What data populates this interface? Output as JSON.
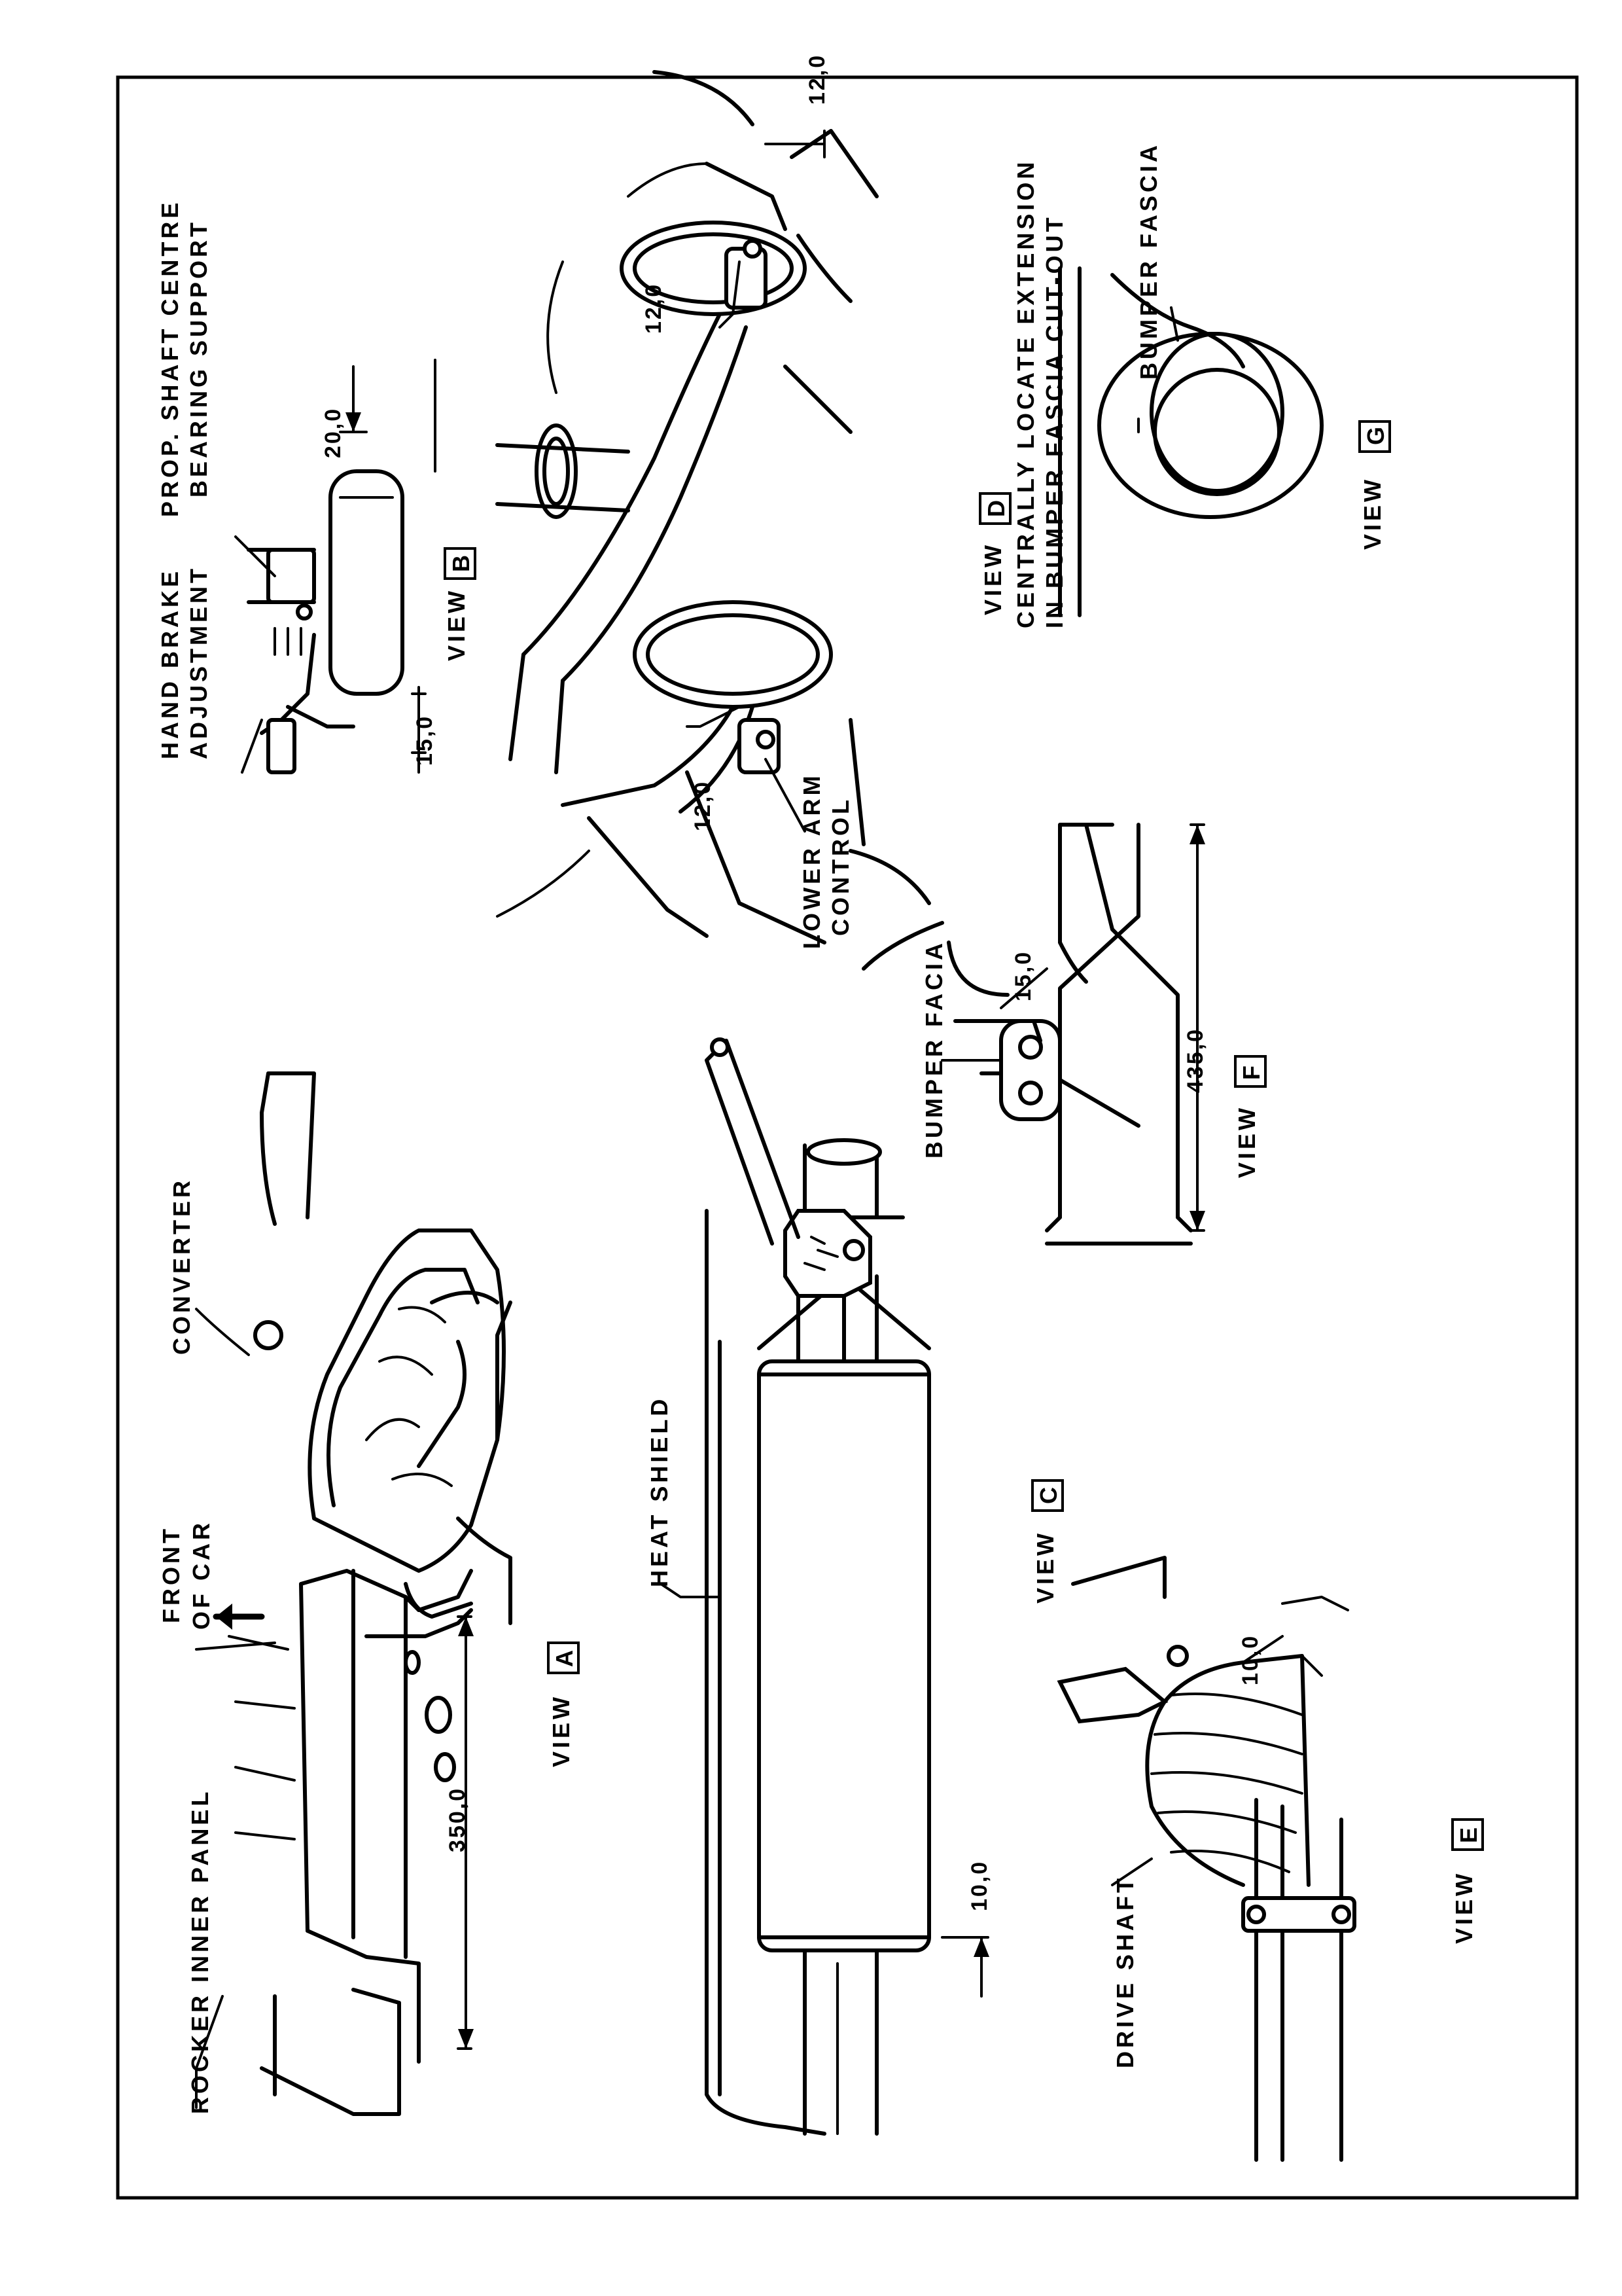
{
  "views": {
    "a": {
      "label": "VIEW",
      "letter": "A",
      "callouts": {
        "rocker": "ROCKER INNER PANEL",
        "front_1": "FRONT",
        "front_2": "OF CAR",
        "converter": "CONVERTER"
      },
      "dims": {
        "len": "350,0"
      }
    },
    "b": {
      "label": "VIEW",
      "letter": "B",
      "callouts": {
        "hb_1": "HAND BRAKE",
        "hb_2": "ADJUSTMENT",
        "prop_1": "PROP. SHAFT CENTRE",
        "prop_2": "BEARING SUPPORT"
      },
      "dims": {
        "d1": "15,0",
        "d2": "20,0"
      }
    },
    "c": {
      "label": "VIEW",
      "letter": "C",
      "callouts": {
        "heat": "HEAT SHIELD"
      },
      "dims": {
        "d1": "10,0"
      }
    },
    "d": {
      "label": "VIEW",
      "letter": "D",
      "callouts": {
        "lower_1": "LOWER ARM",
        "lower_2": "CONTROL"
      },
      "dims": {
        "d1": "12,0",
        "d2": "12,0",
        "d3": "12,0"
      }
    },
    "e": {
      "label": "VIEW",
      "letter": "E",
      "callouts": {
        "drive": "DRIVE SHAFT"
      },
      "dims": {
        "d1": "10,0"
      }
    },
    "f": {
      "label": "VIEW",
      "letter": "F",
      "callouts": {
        "bumper": "BUMPER FACIA"
      },
      "dims": {
        "d1": "15,0",
        "d2": "435,0"
      }
    },
    "g": {
      "label": "VIEW",
      "letter": "G",
      "callouts": {
        "centr_1": "CENTRALLY LOCATE EXTENSION",
        "centr_2": "IN BUMPER FASCIA CUT-OUT",
        "bumper": "BUMPER FASCIA"
      }
    }
  }
}
